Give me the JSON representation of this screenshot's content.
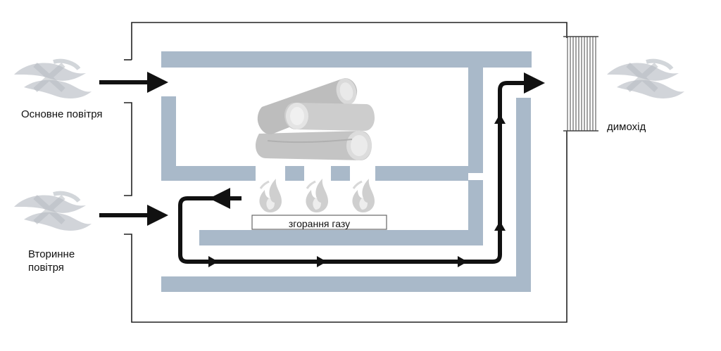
{
  "labels": {
    "primary_air": "Основне повітря",
    "secondary_air_line1": "Вторинне",
    "secondary_air_line2": "повітря",
    "chimney": "димохід",
    "gas_combustion": "згорання газу"
  },
  "colors": {
    "baffle": "#a9b9c9",
    "outline": "#222222",
    "arrow": "#111111",
    "wind": "#c9cdd2",
    "logs": "#c8c8c8",
    "flame": "#c6c6c6"
  },
  "icons": {
    "wind": "wind-swirl-icon",
    "logs": "firewood-icon",
    "flame": "flame-icon"
  }
}
